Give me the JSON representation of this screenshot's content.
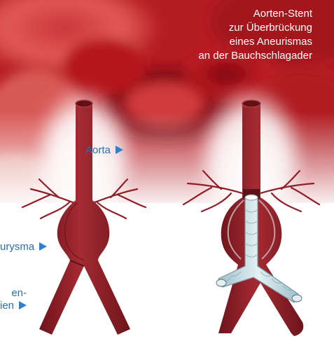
{
  "title": {
    "line1": "Aorten-Stent",
    "line2": "zur Überbrückung",
    "line3": "eines Aneurismas",
    "line4": "an der Bauchschlagader"
  },
  "labels": {
    "aorta": "Aorta",
    "aneurysma": "urysma",
    "arterien_line1": "en-",
    "arterien_line2": "ien"
  },
  "icons": {
    "label_arrow": "triangle-right-icon"
  },
  "colors": {
    "vessel": "#8e1f28",
    "vessel_dark": "#5e1117",
    "label_blue": "#2a6fb3",
    "arrow_blue": "#2f80d1",
    "stent": "#c8dfe6"
  }
}
